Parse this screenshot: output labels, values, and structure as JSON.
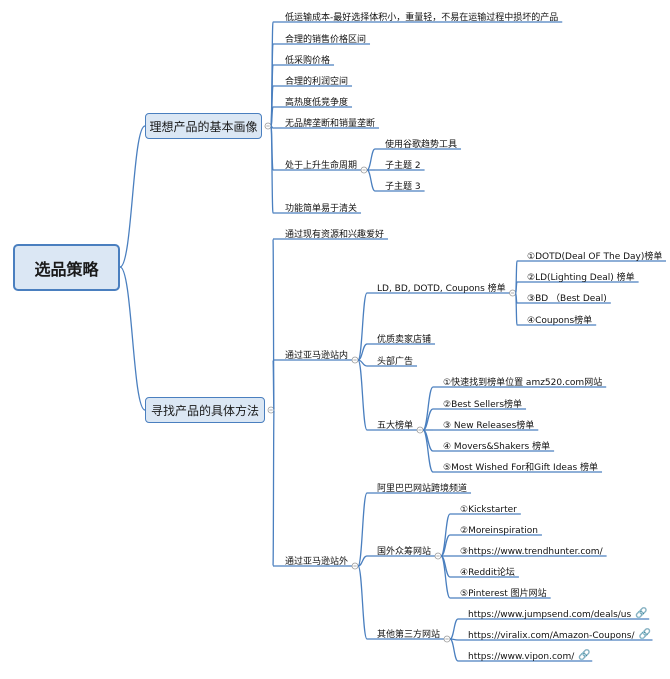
{
  "root": "选品策略",
  "branches": [
    {
      "label": "理想产品的基本画像",
      "children": [
        {
          "label": "低运输成本-最好选择体积小，重量轻，不易在运输过程中损坏的产品"
        },
        {
          "label": "合理的销售价格区间"
        },
        {
          "label": "低采购价格"
        },
        {
          "label": "合理的利润空间"
        },
        {
          "label": "高热度低竞争度"
        },
        {
          "label": "无品牌垄断和销量垄断"
        },
        {
          "label": "处于上升生命周期",
          "children": [
            {
              "label": "使用谷歌趋势工具"
            },
            {
              "label": "子主题 2"
            },
            {
              "label": "子主题 3"
            }
          ]
        },
        {
          "label": "功能简单易于清关"
        }
      ]
    },
    {
      "label": "寻找产品的具体方法",
      "children": [
        {
          "label": "通过现有资源和兴趣爱好"
        },
        {
          "label": "通过亚马逊站内",
          "children": [
            {
              "label": "LD, BD, DOTD, Coupons 榜单",
              "children": [
                {
                  "label": "①DOTD(Deal OF The Day)榜单"
                },
                {
                  "label": "②LD(Lighting Deal) 榜单"
                },
                {
                  "label": "③BD （Best Deal)"
                },
                {
                  "label": "④Coupons榜单"
                }
              ]
            },
            {
              "label": "优质卖家店铺"
            },
            {
              "label": "头部广告"
            },
            {
              "label": "五大榜单",
              "children": [
                {
                  "label": "①快速找到榜单位置   amz520.com网站"
                },
                {
                  "label": "②Best Sellers榜单"
                },
                {
                  "label": "③ New Releases榜单"
                },
                {
                  "label": "④ Movers&Shakers 榜单"
                },
                {
                  "label": "⑤Most Wished For和Gift Ideas 榜单"
                }
              ]
            }
          ]
        },
        {
          "label": "通过亚马逊站外",
          "children": [
            {
              "label": "阿里巴巴网站跨境频道"
            },
            {
              "label": "国外众筹网站",
              "children": [
                {
                  "label": "①Kickstarter"
                },
                {
                  "label": "②Moreinspiration"
                },
                {
                  "label": "③https://www.trendhunter.com/"
                },
                {
                  "label": "④Reddit论坛"
                },
                {
                  "label": "⑤Pinterest 图片网站"
                }
              ]
            },
            {
              "label": "其他第三方网站",
              "children": [
                {
                  "label": "https://www.jumpsend.com/deals/us",
                  "icon": "link-icon"
                },
                {
                  "label": "https://viralix.com/Amazon-Coupons/",
                  "icon": "link-icon"
                },
                {
                  "label": "https://www.vipon.com/",
                  "icon": "link-icon"
                }
              ]
            }
          ]
        }
      ]
    }
  ],
  "colors": {
    "line": "#4a7fbf",
    "node_fill": "#dbe7f4"
  }
}
